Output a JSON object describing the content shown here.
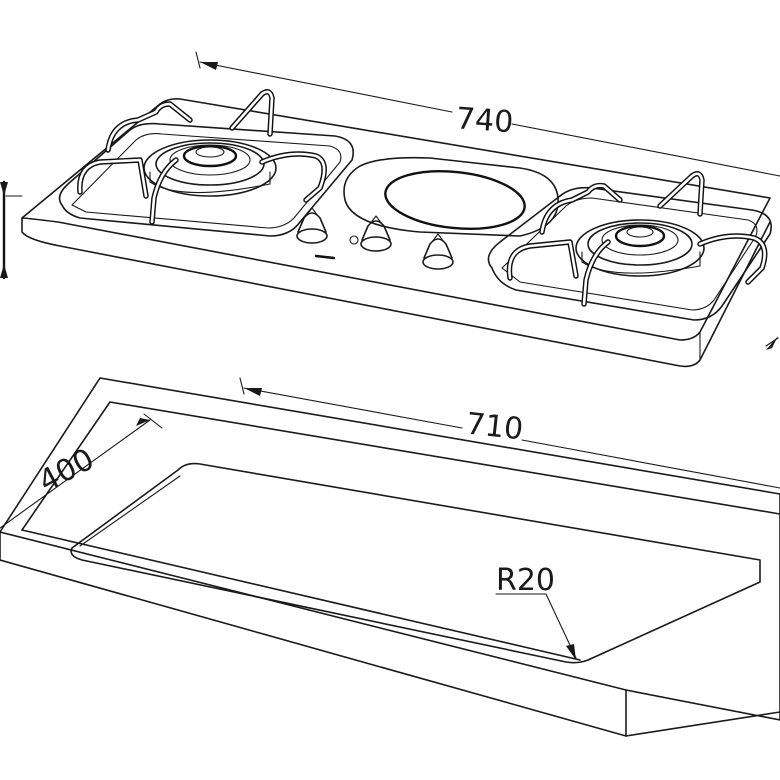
{
  "drawing": {
    "hob_width_label": "740",
    "cutout_width_label": "710",
    "cutout_depth_label": "400",
    "corner_radius_label": "R20"
  }
}
